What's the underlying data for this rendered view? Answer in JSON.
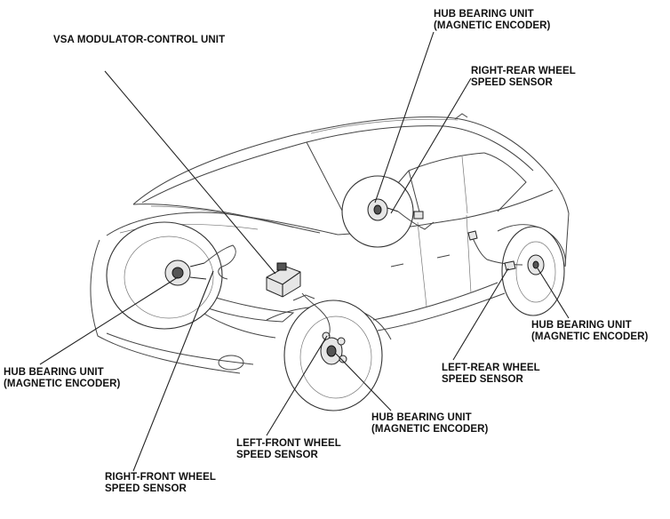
{
  "labels": {
    "vsa_modulator": "VSA MODULATOR-CONTROL UNIT",
    "hub_rear_right": [
      "HUB BEARING UNIT",
      "(MAGNETIC ENCODER)"
    ],
    "right_rear_sensor": [
      "RIGHT-REAR WHEEL",
      "SPEED SENSOR"
    ],
    "hub_left_rear": [
      "HUB BEARING UNIT",
      "(MAGNETIC ENCODER)"
    ],
    "left_rear_sensor": [
      "LEFT-REAR WHEEL",
      "SPEED SENSOR"
    ],
    "hub_front_right": [
      "HUB BEARING UNIT",
      "(MAGNETIC ENCODER)"
    ],
    "hub_front_left": [
      "HUB BEARING UNIT",
      "(MAGNETIC ENCODER)"
    ],
    "left_front_sensor": [
      "LEFT-FRONT WHEEL",
      "SPEED SENSOR"
    ],
    "right_front_sensor": [
      "RIGHT-FRONT WHEEL",
      "SPEED SENSOR"
    ]
  }
}
